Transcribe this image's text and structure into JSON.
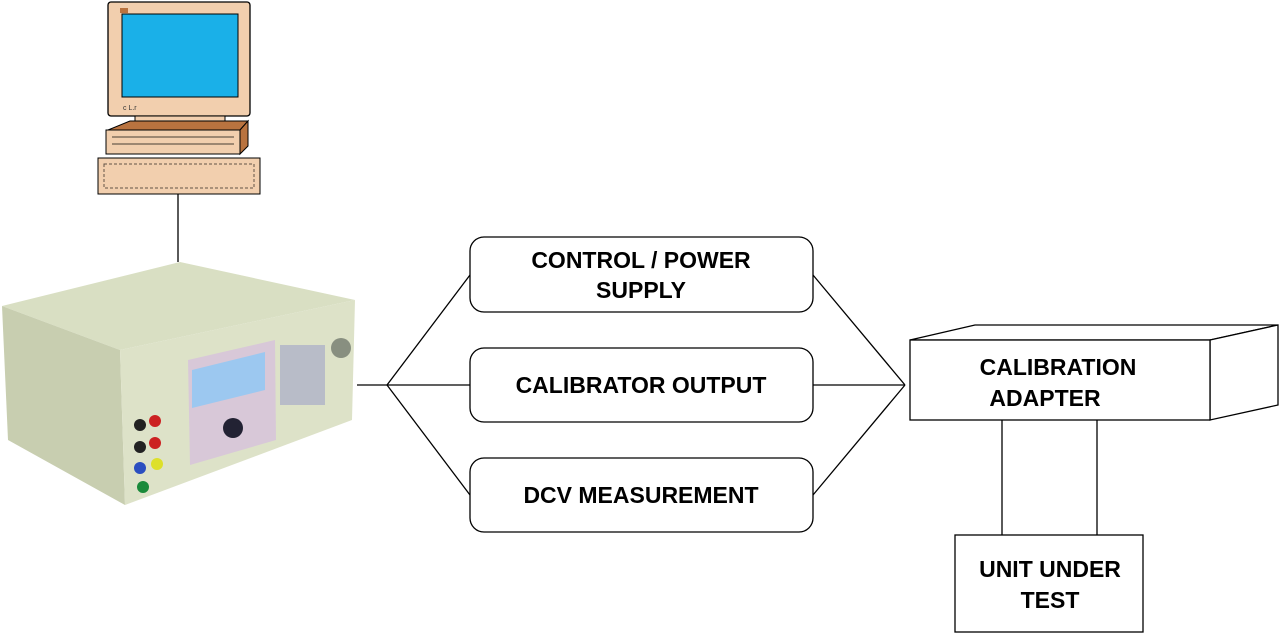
{
  "blocks": {
    "control_power": {
      "line1": "CONTROL / POWER",
      "line2": "SUPPLY"
    },
    "calibrator_output": {
      "label": "CALIBRATOR OUTPUT"
    },
    "dcv_measurement": {
      "label": "DCV MEASUREMENT"
    },
    "calibration_adapter": {
      "line1": "CALIBRATION",
      "line2": "ADAPTER"
    },
    "unit_under_test": {
      "line1": "UNIT UNDER",
      "line2": "TEST"
    }
  },
  "colors": {
    "computer_body": "#f2cfae",
    "computer_dark": "#b9733f",
    "screen": "#1ab0e8",
    "calibrator_body": "#d9dfc3",
    "calibrator_panel": "#d8c8d8",
    "calibrator_display": "#9cc8f0"
  }
}
